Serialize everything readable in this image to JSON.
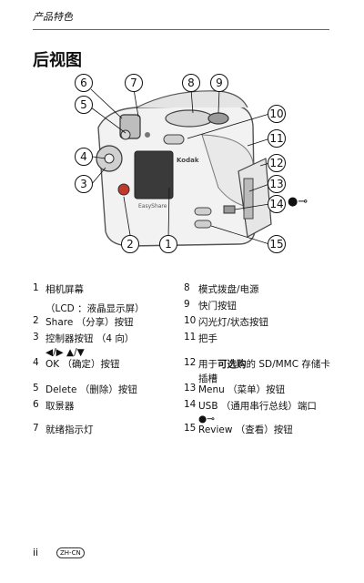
{
  "header": {
    "section": "产品特色"
  },
  "page": {
    "title": "后视图"
  },
  "figure": {
    "callouts": [
      "1",
      "2",
      "3",
      "4",
      "5",
      "6",
      "7",
      "8",
      "9",
      "10",
      "11",
      "12",
      "13",
      "14",
      "15"
    ],
    "brand_text": "Kodak",
    "model_text": "EasyShare",
    "usb_icon": "usb-icon"
  },
  "parts": [
    {
      "num": "1",
      "label": "相机屏幕",
      "sub": "（LCD ：液晶显示屏）"
    },
    {
      "num": "2",
      "label": "Share （分享）按钮"
    },
    {
      "num": "3",
      "label": "控制器按钮 （4 向）",
      "sub": "◀/▶ ▲/▼"
    },
    {
      "num": "4",
      "label": "OK （确定）按钮"
    },
    {
      "num": "5",
      "label": "Delete （删除）按钮"
    },
    {
      "num": "6",
      "label": "取景器"
    },
    {
      "num": "7",
      "label": "就绪指示灯"
    },
    {
      "num": "8",
      "label": "模式拨盘/电源"
    },
    {
      "num": "9",
      "label": "快门按钮"
    },
    {
      "num": "10",
      "label": "闪光灯/状态按钮"
    },
    {
      "num": "11",
      "label": "把手"
    },
    {
      "num": "12",
      "label_pre": "用于",
      "label_bold": "可选购",
      "label_post": "的 SD/MMC 存储卡",
      "sub": "插槽"
    },
    {
      "num": "13",
      "label": "Menu （菜单）按钮"
    },
    {
      "num": "14",
      "label": "USB （通用串行总线）端口",
      "sub": "●⊸"
    },
    {
      "num": "15",
      "label": "Review （查看）按钮"
    }
  ],
  "footer": {
    "page_number": "ii",
    "language": "ZH-CN"
  }
}
